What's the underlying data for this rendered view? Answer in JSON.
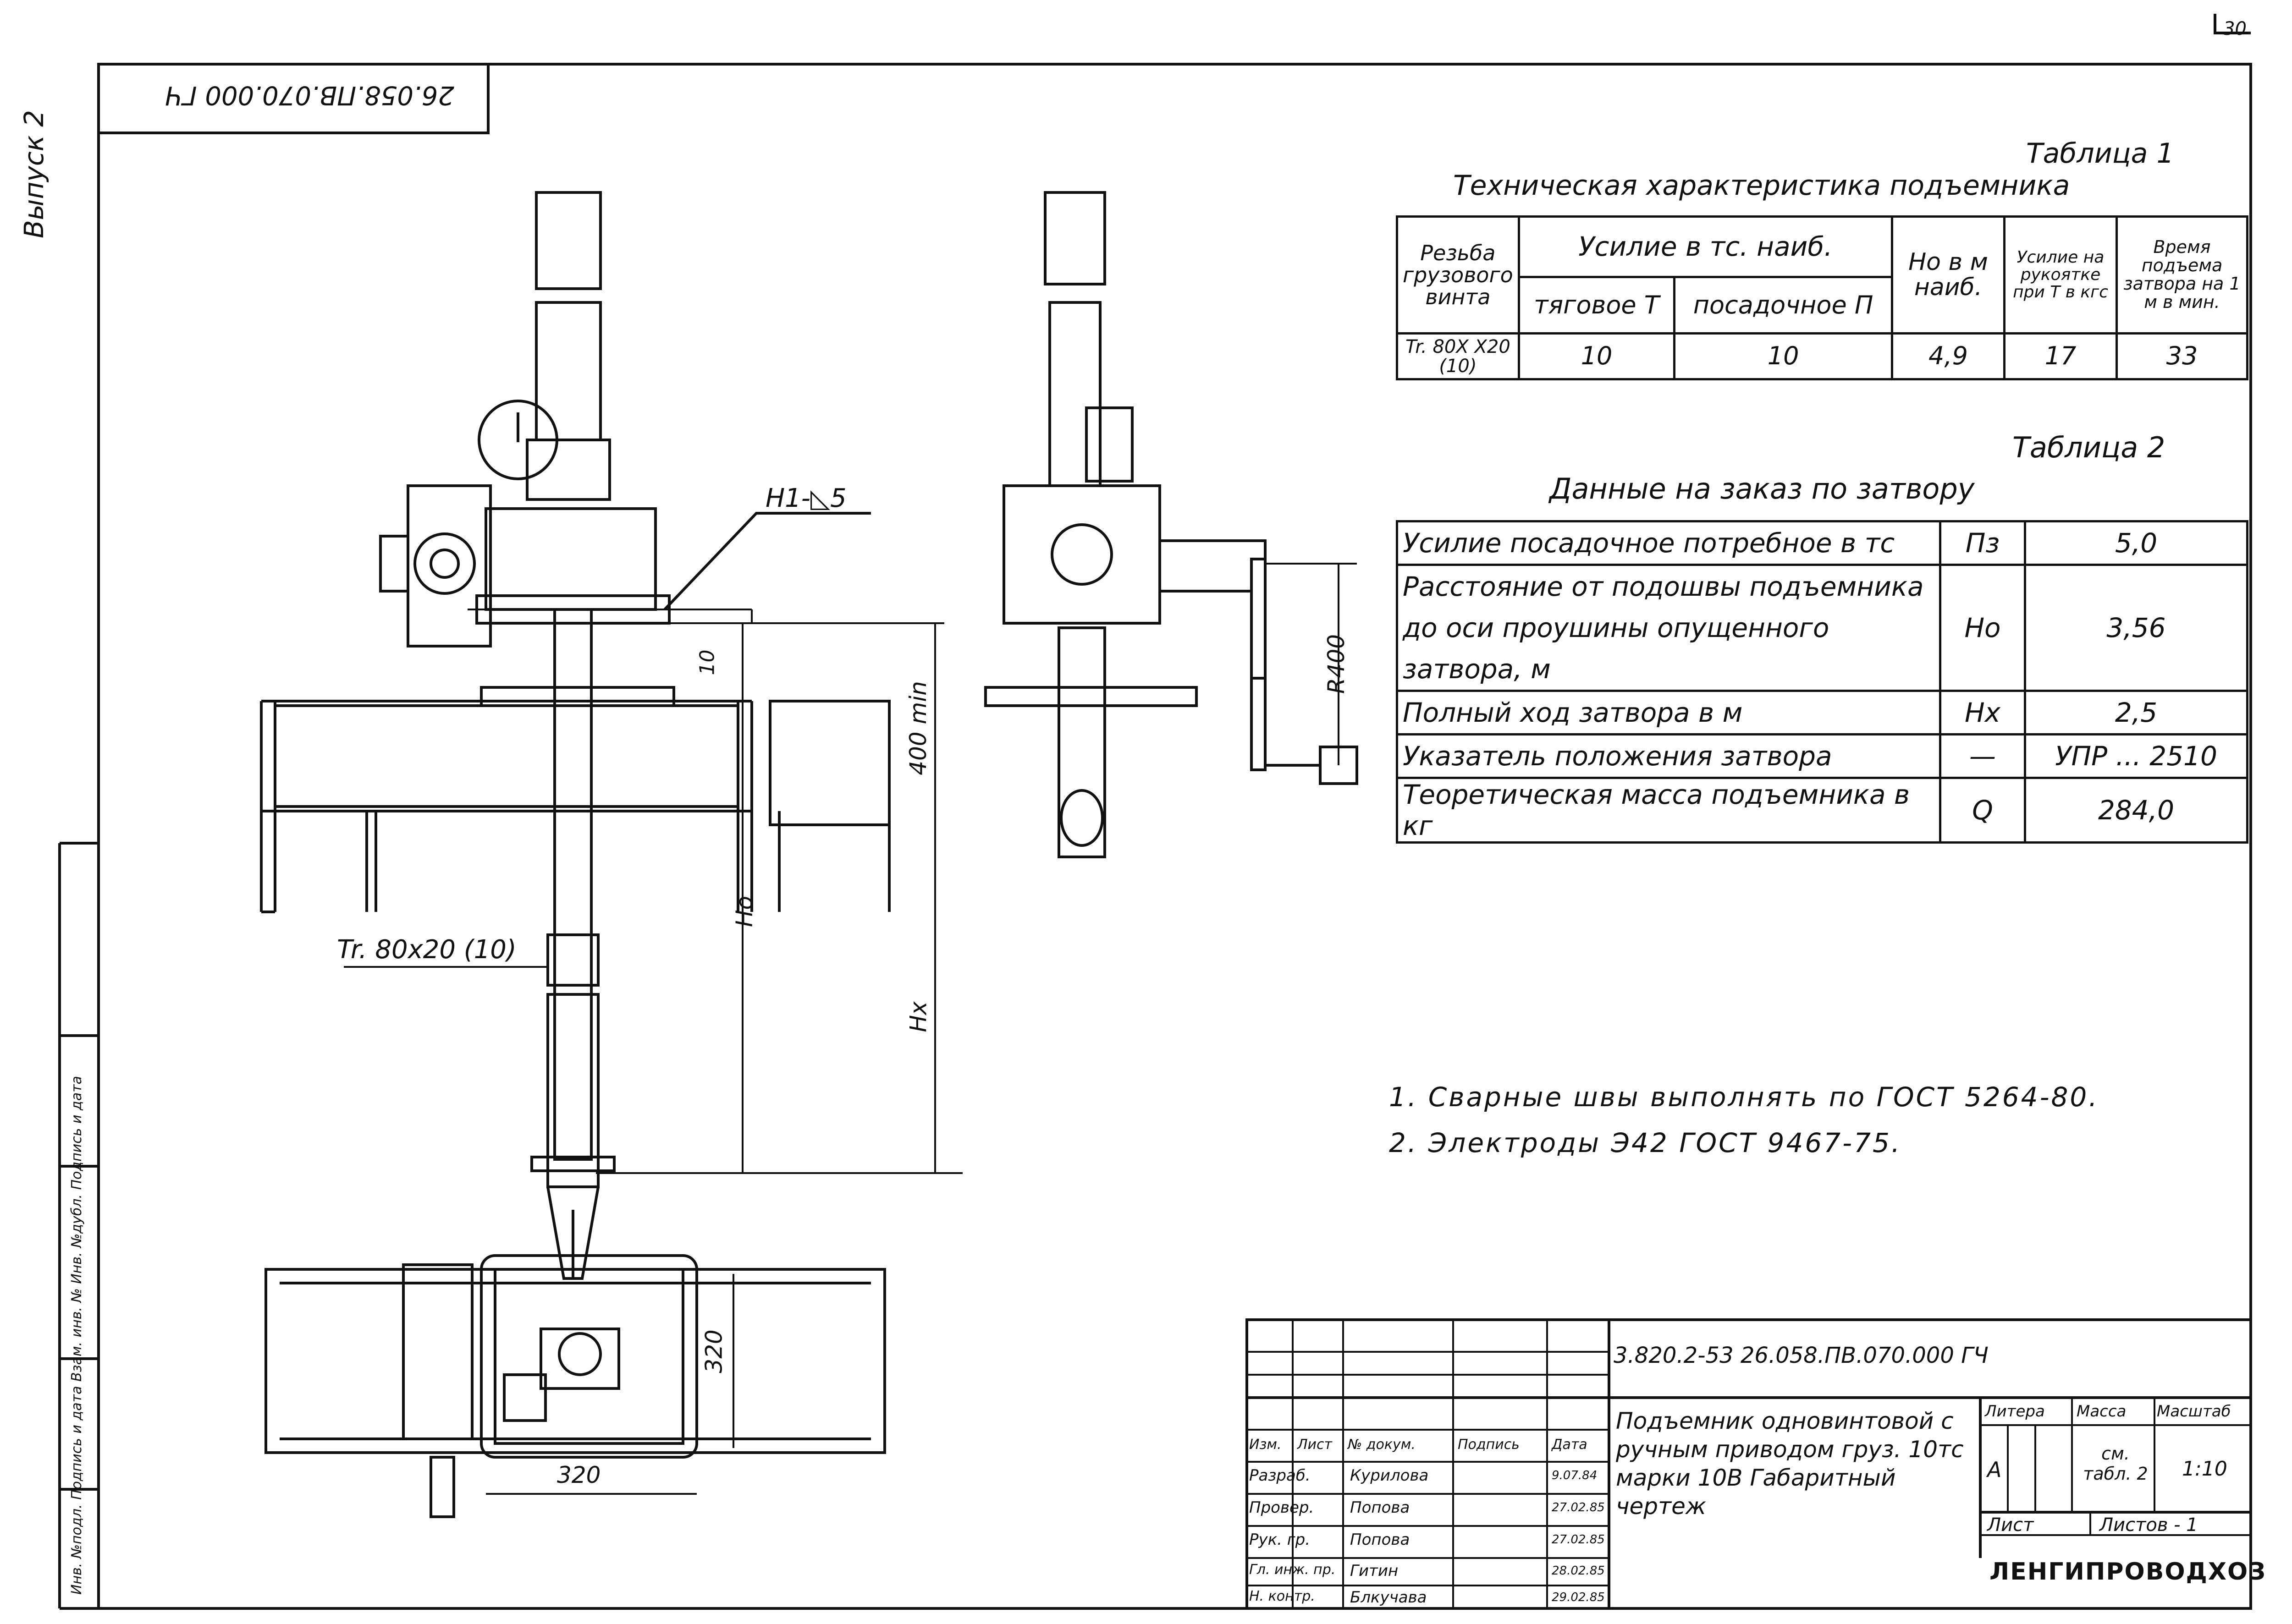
{
  "sheet": {
    "page_number": "30",
    "rotated_code": "26.058.ПВ.070.000 ГЧ",
    "issue_label": "Выпуск 2",
    "side_column": "Инв. №подл. Подпись и дата Взам. инв. № Инв. №дубл. Подпись и дата"
  },
  "table1": {
    "caption": "Таблица 1",
    "title": "Техническая характеристика подъемника",
    "h_thread": "Резьба грузового винта",
    "h_force": "Усилие в тс. наиб.",
    "h_pull": "тяговое Т",
    "h_seat": "посадочное П",
    "h_ho": "Но в м наиб.",
    "h_handle": "Усилие на рукоятке при Т в кгс",
    "h_time": "Время подъема затвора на 1 м в мин.",
    "row": {
      "thread": "Tr. 80X X20 (10)",
      "pull": "10",
      "seat": "10",
      "ho": "4,9",
      "handle": "17",
      "time": "33"
    }
  },
  "table2": {
    "caption": "Таблица 2",
    "title": "Данные на заказ по затвору",
    "rows": [
      {
        "label": "Усилие посадочное потребное в тс",
        "sym": "Пз",
        "val": "5,0"
      },
      {
        "label": "Расстояние от подошвы подъемника до оси проушины опущенного затвора, м",
        "sym": "Но",
        "val": "3,56"
      },
      {
        "label": "Полный ход затвора в м",
        "sym": "Нх",
        "val": "2,5"
      },
      {
        "label": "Указатель положения затвора",
        "sym": "—",
        "val": "УПР ... 2510"
      },
      {
        "label": "Теоретическая масса подъемника в кг",
        "sym": "Q",
        "val": "284,0"
      }
    ]
  },
  "drawing_labels": {
    "weld": "Н1-◺5",
    "dim_10": "10",
    "dim_400min": "400 min",
    "dim_ho": "Но",
    "dim_hx": "Нх",
    "thread": "Tr. 80x20 (10)",
    "radius": "R400",
    "dim_320_v": "320",
    "dim_320_h": "320"
  },
  "notes": [
    "1. Сварные швы выполнять по ГОСТ 5264-80.",
    "2. Электроды Э42 ГОСТ 9467-75."
  ],
  "stamp": {
    "doc_code": "3.820.2-53  26.058.ПВ.070.000 ГЧ",
    "name": "Подъемник одновинтовой с ручным приводом груз. 10тс марки 10В Габаритный чертеж",
    "litera_h": "Литера",
    "mass_h": "Масса",
    "scale_h": "Масштаб",
    "litera": "А",
    "mass": "см. табл. 2",
    "scale": "1:10",
    "sheet_h": "Лист",
    "sheets_h": "Листов - 1",
    "org": "ЛЕНГИПРОВОДХОЗ",
    "cols": {
      "izm": "Изм.",
      "list": "Лист",
      "doc": "№ докум.",
      "sign": "Подпись",
      "date": "Дата"
    },
    "people": [
      {
        "role": "Разраб.",
        "name": "Курилова",
        "date": "9.07.84"
      },
      {
        "role": "Провер.",
        "name": "Попова",
        "date": "27.02.85"
      },
      {
        "role": "Рук. гр.",
        "name": "Попова",
        "date": "27.02.85"
      },
      {
        "role": "Гл. инж. пр.",
        "name": "Гитин",
        "date": "28.02.85"
      },
      {
        "role": "Н. контр.",
        "name": "Блкучава",
        "date": "29.02.85"
      }
    ]
  }
}
